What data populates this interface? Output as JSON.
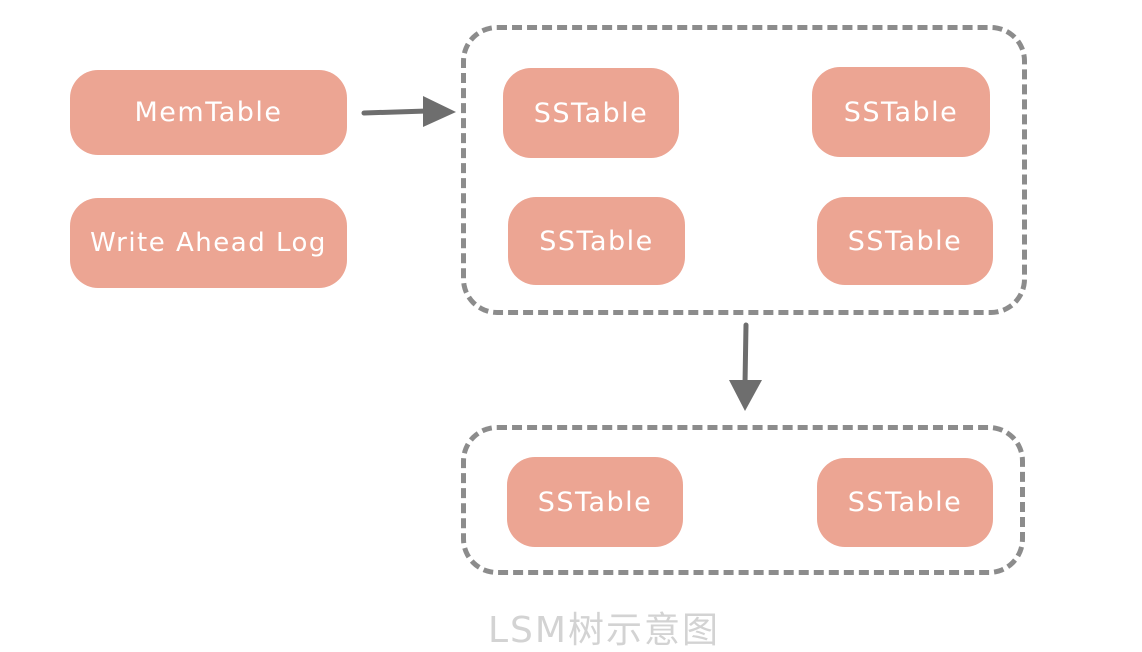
{
  "diagram": {
    "caption": "LSM树示意图",
    "nodes": {
      "memtable": "MemTable",
      "wal": "Write Ahead Log",
      "level0": [
        "SSTable",
        "SSTable",
        "SSTable",
        "SSTable"
      ],
      "level1": [
        "SSTable",
        "SSTable"
      ]
    },
    "icons": {
      "flush_arrow": "right-arrow",
      "compaction_arrow": "down-arrow"
    },
    "colors": {
      "node_fill": "#eca593",
      "node_text": "#ffffff",
      "container_border": "#8c8c8c",
      "arrow": "#6e6e6e",
      "caption_text": "#d3d3d3"
    }
  }
}
